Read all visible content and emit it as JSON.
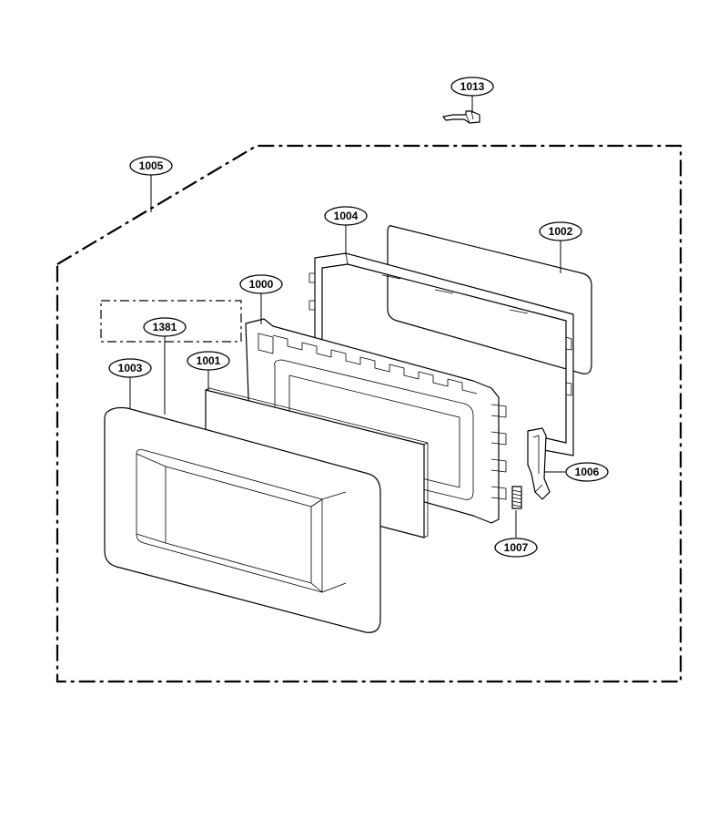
{
  "diagram": {
    "callouts": [
      {
        "id": "c1013",
        "label": "1013"
      },
      {
        "id": "c1005",
        "label": "1005"
      },
      {
        "id": "c1004",
        "label": "1004"
      },
      {
        "id": "c1002",
        "label": "1002"
      },
      {
        "id": "c1000",
        "label": "1000"
      },
      {
        "id": "c1381",
        "label": "1381"
      },
      {
        "id": "c1003",
        "label": "1003"
      },
      {
        "id": "c1001",
        "label": "1001"
      },
      {
        "id": "c1006",
        "label": "1006"
      },
      {
        "id": "c1007",
        "label": "1007"
      }
    ]
  }
}
